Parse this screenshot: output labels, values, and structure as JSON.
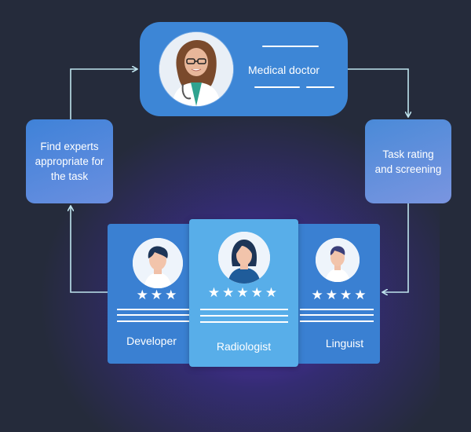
{
  "center": {
    "title": "Medical doctor"
  },
  "left_box": {
    "label": "Find experts appropriate for the task"
  },
  "right_box": {
    "label": "Task rating and screening"
  },
  "experts": [
    {
      "name": "Developer",
      "stars": "★★★",
      "rating": 3
    },
    {
      "name": "Radiologist",
      "stars": "★★★★★",
      "rating": 5
    },
    {
      "name": "Linguist",
      "stars": "★★★★",
      "rating": 4
    }
  ],
  "colors": {
    "background": "#252b3b",
    "box_blue": "#3d86d6",
    "card_highlight": "#58aee9",
    "connector": "#bfe4ee"
  }
}
